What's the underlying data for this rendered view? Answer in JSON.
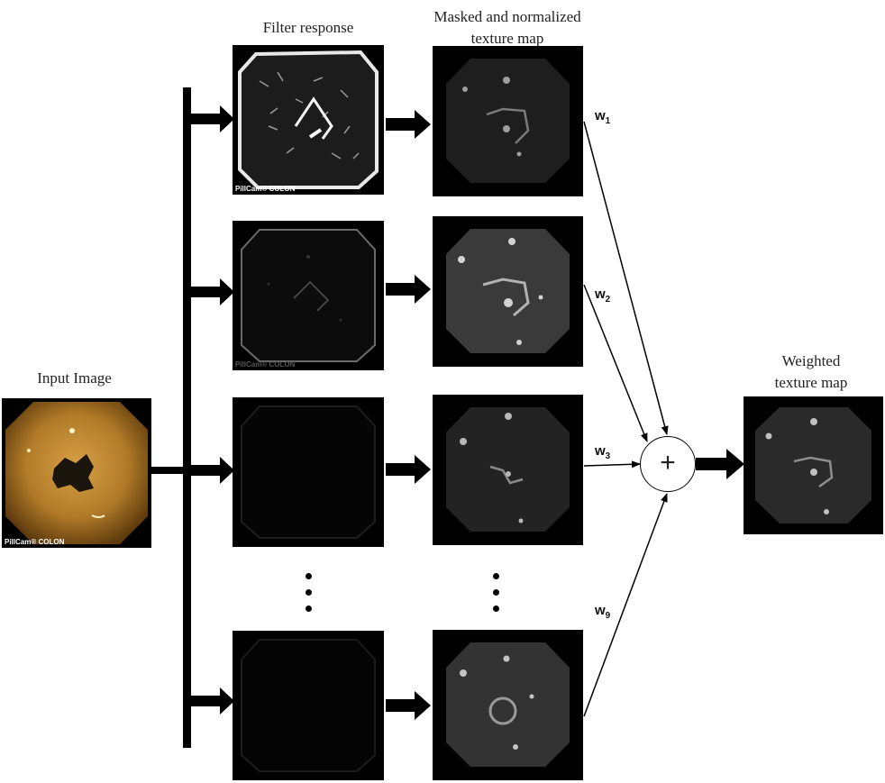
{
  "labels": {
    "input": "Input Image",
    "filter": "Filter response",
    "masked_line1": "Masked and normalized",
    "masked_line2": "texture map",
    "weighted_line1": "Weighted",
    "weighted_line2": "texture map"
  },
  "weights": [
    {
      "w": "w",
      "sub": "1"
    },
    {
      "w": "w",
      "sub": "2"
    },
    {
      "w": "w",
      "sub": "3"
    },
    {
      "w": "w",
      "sub": "9"
    }
  ],
  "operator": "+",
  "brand_text": "PillCam® COLON",
  "colors": {
    "line": "#000000",
    "background": "#ffffff",
    "input_image": "#b07a28"
  }
}
